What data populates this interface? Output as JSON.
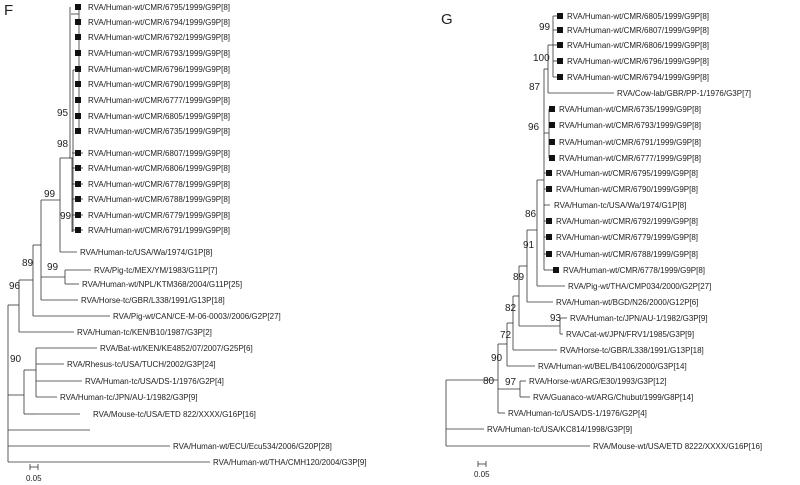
{
  "panels": [
    {
      "letter": "F",
      "scale_label": "0.05",
      "taxa": [
        {
          "label": "RVA/Human-wt/CMR/6795/1999/G9P[8]",
          "marked": true
        },
        {
          "label": "RVA/Human-wt/CMR/6794/1999/G9P[8]",
          "marked": true
        },
        {
          "label": "RVA/Human-wt/CMR/6792/1999/G9P[8]",
          "marked": true
        },
        {
          "label": "RVA/Human-wt/CMR/6793/1999/G9P[8]",
          "marked": true
        },
        {
          "label": "RVA/Human-wt/CMR/6796/1999/G9P[8]",
          "marked": true
        },
        {
          "label": "RVA/Human-wt/CMR/6790/1999/G9P[8]",
          "marked": true
        },
        {
          "label": "RVA/Human-wt/CMR/6777/1999/G9P[8]",
          "marked": true
        },
        {
          "label": "RVA/Human-wt/CMR/6805/1999/G9P[8]",
          "marked": true
        },
        {
          "label": "RVA/Human-wt/CMR/6735/1999/G9P[8]",
          "marked": true
        },
        {
          "label": "RVA/Human-wt/CMR/6807/1999/G9P[8]",
          "marked": true
        },
        {
          "label": "RVA/Human-wt/CMR/6806/1999/G9P[8]",
          "marked": true
        },
        {
          "label": "RVA/Human-wt/CMR/6778/1999/G9P[8]",
          "marked": true
        },
        {
          "label": "RVA/Human-wt/CMR/6788/1999/G9P[8]",
          "marked": true
        },
        {
          "label": "RVA/Human-wt/CMR/6779/1999/G9P[8]",
          "marked": true
        },
        {
          "label": "RVA/Human-wt/CMR/6791/1999/G9P[8]",
          "marked": true
        },
        {
          "label": "RVA/Human-tc/USA/Wa/1974/G1P[8]",
          "marked": false
        },
        {
          "label": "RVA/Pig-tc/MEX/YM/1983/G11P[7]",
          "marked": false
        },
        {
          "label": "RVA/Human-wt/NPL/KTM368/2004/G11P[25]",
          "marked": false
        },
        {
          "label": "RVA/Horse-tc/GBR/L338/1991/G13P[18]",
          "marked": false
        },
        {
          "label": "RVA/Pig-wt/CAN/CE-M-06-0003//2006/G2P[27]",
          "marked": false
        },
        {
          "label": "RVA/Human-tc/KEN/B10/1987/G3P[2]",
          "marked": false
        },
        {
          "label": "RVA/Bat-wt/KEN/KE4852/07/2007/G25P[6]",
          "marked": false
        },
        {
          "label": "RVA/Rhesus-tc/USA/TUCH/2002/G3P[24]",
          "marked": false
        },
        {
          "label": "RVA/Human-tc/USA/DS-1/1976/G2P[4]",
          "marked": false
        },
        {
          "label": "RVA/Human-tc/JPN/AU-1/1982/G3P[9]",
          "marked": false
        },
        {
          "label": "RVA/Mouse-tc/USA/ETD 822/XXXX/G16P[16]",
          "marked": false
        },
        {
          "label": "RVA/Human-wt/ECU/Ecu534/2006/G20P[28]",
          "marked": false
        },
        {
          "label": "RVA/Human-wt/THA/CMH120/2004/G3P[9]",
          "marked": false
        }
      ],
      "bootstraps": [
        "95",
        "98",
        "99",
        "99",
        "89",
        "99",
        "96",
        "90"
      ]
    },
    {
      "letter": "G",
      "scale_label": "0.05",
      "taxa": [
        {
          "label": "RVA/Human-wt/CMR/6805/1999/G9P[8]",
          "marked": true
        },
        {
          "label": "RVA/Human-wt/CMR/6807/1999/G9P[8]",
          "marked": true
        },
        {
          "label": "RVA/Human-wt/CMR/6806/1999/G9P[8]",
          "marked": true
        },
        {
          "label": "RVA/Human-wt/CMR/6796/1999/G9P[8]",
          "marked": true
        },
        {
          "label": "RVA/Human-wt/CMR/6794/1999/G9P[8]",
          "marked": true
        },
        {
          "label": "RVA/Cow-lab/GBR/PP-1/1976/G3P[7]",
          "marked": false
        },
        {
          "label": "RVA/Human-wt/CMR/6735/1999/G9P[8]",
          "marked": true
        },
        {
          "label": "RVA/Human-wt/CMR/6793/1999/G9P[8]",
          "marked": true
        },
        {
          "label": "RVA/Human-wt/CMR/6791/1999/G9P[8]",
          "marked": true
        },
        {
          "label": "RVA/Human-wt/CMR/6777/1999/G9P[8]",
          "marked": true
        },
        {
          "label": "RVA/Human-wt/CMR/6795/1999/G9P[8]",
          "marked": true
        },
        {
          "label": "RVA/Human-wt/CMR/6790/1999/G9P[8]",
          "marked": true
        },
        {
          "label": "RVA/Human-tc/USA/Wa/1974/G1P[8]",
          "marked": false
        },
        {
          "label": "RVA/Human-wt/CMR/6792/1999/G9P[8]",
          "marked": true
        },
        {
          "label": "RVA/Human-wt/CMR/6779/1999/G9P[8]",
          "marked": true
        },
        {
          "label": "RVA/Human-wt/CMR/6788/1999/G9P[8]",
          "marked": true
        },
        {
          "label": "RVA/Human-wt/CMR/6778/1999/G9P[8]",
          "marked": true
        },
        {
          "label": "RVA/Pig-wt/THA/CMP034/2000/G2P[27]",
          "marked": false
        },
        {
          "label": "RVA/Human-wt/BGD/N26/2000/G12P[6]",
          "marked": false
        },
        {
          "label": "RVA/Human-tc/JPN/AU-1/1982/G3P[9]",
          "marked": false
        },
        {
          "label": "RVA/Cat-wt/JPN/FRV1/1985/G3P[9]",
          "marked": false
        },
        {
          "label": "RVA/Horse-tc/GBR/L338/1991/G13P[18]",
          "marked": false
        },
        {
          "label": "RVA/Human-wt/BEL/B4106/2000/G3P[14]",
          "marked": false
        },
        {
          "label": "RVA/Horse-wt/ARG/E30/1993/G3P[12]",
          "marked": false
        },
        {
          "label": "RVA/Guanaco-wt/ARG/Chubut/1999/G8P[14]",
          "marked": false
        },
        {
          "label": "RVA/Human-tc/USA/DS-1/1976/G2P[4]",
          "marked": false
        },
        {
          "label": "RVA/Human-tc/USA/KC814/1998/G3P[9]",
          "marked": false
        },
        {
          "label": "RVA/Mouse-wt/USA/ETD 8222/XXXX/G16P[16]",
          "marked": false
        }
      ],
      "bootstraps": [
        "99",
        "100",
        "87",
        "96",
        "86",
        "91",
        "89",
        "82",
        "93",
        "72",
        "90",
        "80",
        "97"
      ]
    }
  ]
}
